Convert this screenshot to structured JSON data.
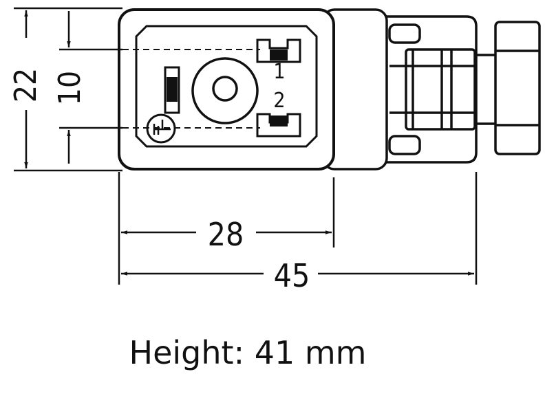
{
  "dimensions": {
    "width_body": "28",
    "width_total": "45",
    "height_total": "22",
    "contact_pitch": "10"
  },
  "pins": {
    "pin1": "1",
    "pin2": "2"
  },
  "note": "Height: 41 mm",
  "colors": {
    "line": "#111111",
    "background": "#ffffff"
  }
}
